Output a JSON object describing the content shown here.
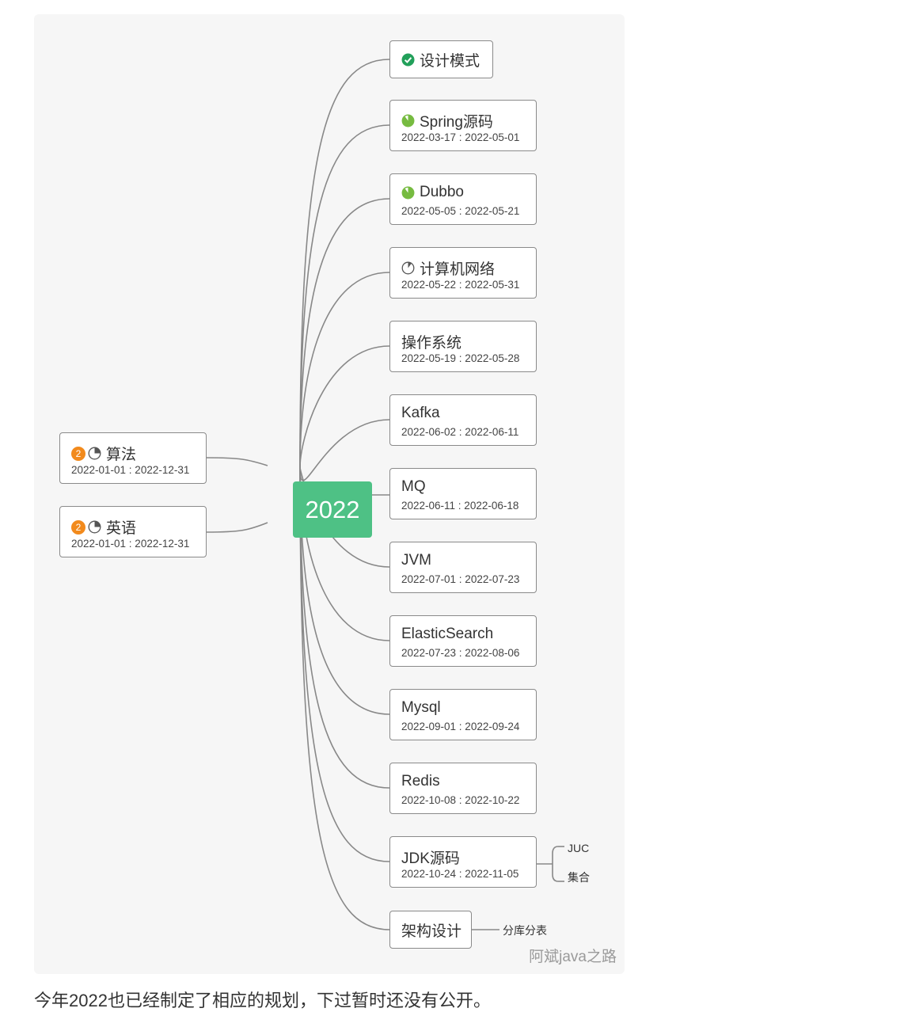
{
  "root": {
    "label": "2022"
  },
  "right_nodes": [
    {
      "key": "design",
      "title": "设计模式",
      "dates": "",
      "icon": "check-icon"
    },
    {
      "key": "spring",
      "title": "Spring源码",
      "dates": "2022-03-17 : 2022-05-01",
      "icon": "progress-icon"
    },
    {
      "key": "dubbo",
      "title": "Dubbo",
      "dates": "2022-05-05 : 2022-05-21",
      "icon": "progress-icon"
    },
    {
      "key": "network",
      "title": "计算机网络",
      "dates": "2022-05-22 : 2022-05-31",
      "icon": "progress-icon"
    },
    {
      "key": "os",
      "title": "操作系统",
      "dates": "2022-05-19 : 2022-05-28",
      "icon": ""
    },
    {
      "key": "kafka",
      "title": "Kafka",
      "dates": "2022-06-02 : 2022-06-11",
      "icon": ""
    },
    {
      "key": "mq",
      "title": "MQ",
      "dates": "2022-06-11 : 2022-06-18",
      "icon": ""
    },
    {
      "key": "jvm",
      "title": "JVM",
      "dates": "2022-07-01 : 2022-07-23",
      "icon": ""
    },
    {
      "key": "es",
      "title": "ElasticSearch",
      "dates": "2022-07-23 : 2022-08-06",
      "icon": ""
    },
    {
      "key": "mysql",
      "title": "Mysql",
      "dates": "2022-09-01 : 2022-09-24",
      "icon": ""
    },
    {
      "key": "redis",
      "title": "Redis",
      "dates": "2022-10-08 : 2022-10-22",
      "icon": ""
    },
    {
      "key": "jdk",
      "title": "JDK源码",
      "dates": "2022-10-24 : 2022-11-05",
      "icon": ""
    },
    {
      "key": "arch",
      "title": "架构设计",
      "dates": "",
      "icon": ""
    }
  ],
  "left_nodes": [
    {
      "key": "algo",
      "badge": "2",
      "title": "算法",
      "dates": "2022-01-01 : 2022-12-31",
      "icon": "progress-icon"
    },
    {
      "key": "english",
      "badge": "2",
      "title": "英语",
      "dates": "2022-01-01 : 2022-12-31",
      "icon": "progress-icon"
    }
  ],
  "progress": {
    "spring": 0.9,
    "dubbo": 0.9,
    "network": 0.1,
    "algo": 0.25,
    "english": 0.25
  },
  "colors": {
    "root": "#4ec185",
    "done": "#22a05a",
    "progress_fill": "#76bb40",
    "badge": "#f28a1c",
    "link": "#888888"
  },
  "jdk_children": [
    "JUC",
    "集合"
  ],
  "arch_children": [
    "分库分表"
  ],
  "watermark": "阿斌java之路",
  "caption": "今年2022也已经制定了相应的规划，下过暂时还没有公开。"
}
